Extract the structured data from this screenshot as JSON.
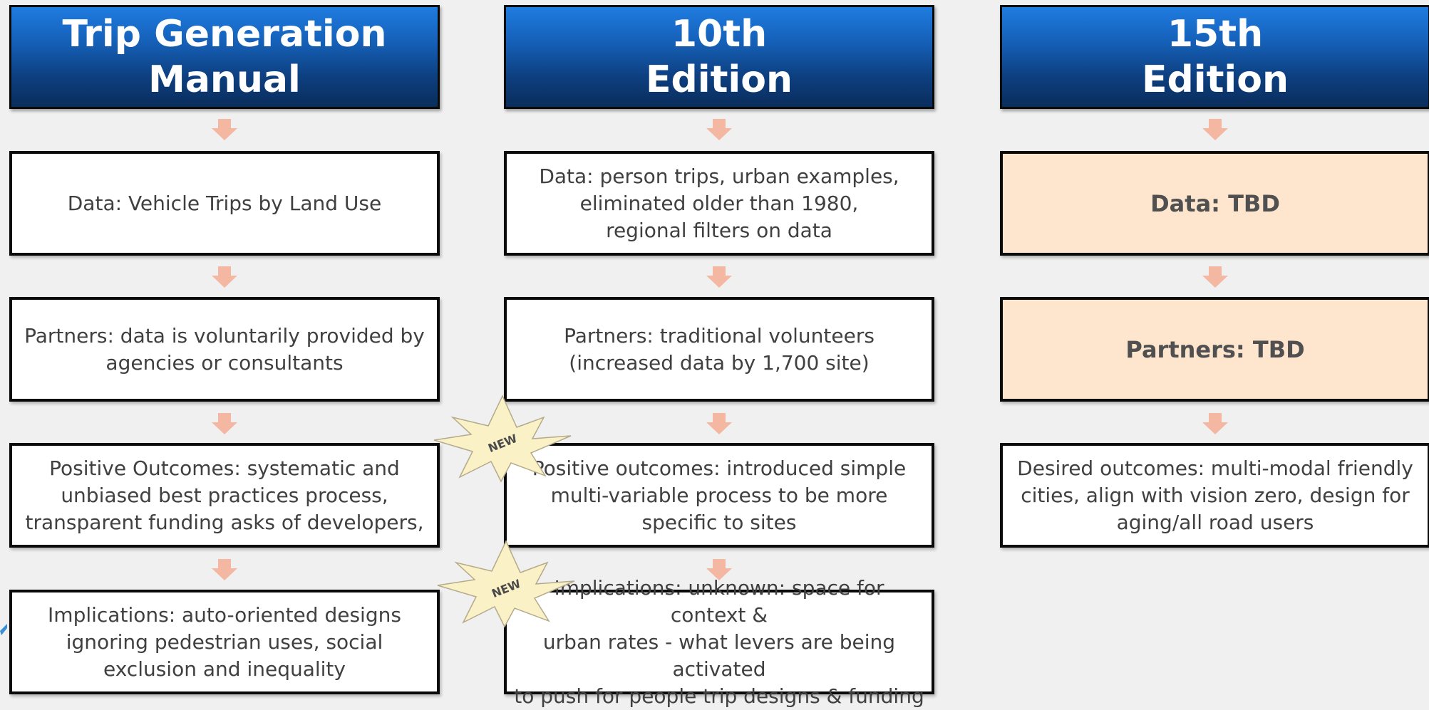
{
  "columns": [
    {
      "header": "Trip Generation\nManual",
      "boxes": [
        "Data: Vehicle Trips by Land Use",
        "Partners: data is voluntarily provided by\nagencies or consultants",
        "Positive Outcomes: systematic and\nunbiased best practices process,\ntransparent funding asks of developers,",
        "Implications: auto-oriented designs\nignoring pedestrian uses,  social\nexclusion and inequality"
      ]
    },
    {
      "header": "10th\nEdition",
      "boxes": [
        "Data: person trips, urban examples,\neliminated older than 1980,\nregional filters on data",
        "Partners: traditional volunteers\n(increased data by 1,700 site)",
        "Positive outcomes: introduced simple\nmulti-variable process to be more\nspecific to sites",
        "Implications: unknown: space for context &\nurban rates - what levers are being activated\nto push for people trip designs & funding"
      ]
    },
    {
      "header": "15th\nEdition",
      "boxes": [
        "Data: TBD",
        "Partners: TBD",
        "Desired outcomes: multi-modal friendly\ncities, align with vision zero, design for\naging/all road users"
      ]
    }
  ],
  "badges": [
    "NEW",
    "NEW"
  ],
  "colors": {
    "header_top": "#1f7ce0",
    "header_bottom": "#0a2d5c",
    "arrow": "#f4b7a2",
    "tbd_fill": "#fde6cd",
    "burst_fill": "#fbf1c7"
  }
}
